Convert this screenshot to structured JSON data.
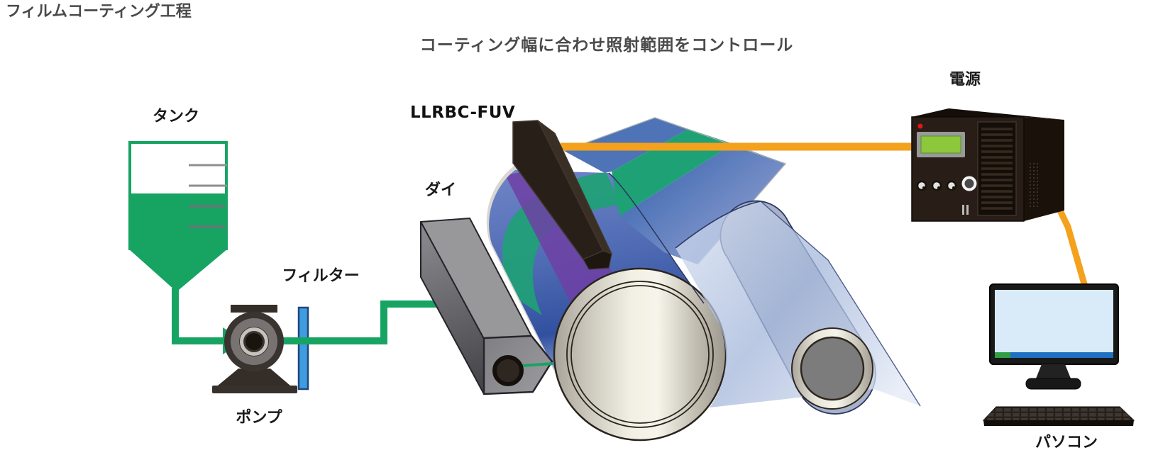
{
  "page": {
    "title": "フィルムコーティング工程",
    "subtitle": "コーティング幅に合わせ照射範囲をコントロール"
  },
  "labels": {
    "tank": "タンク",
    "filter": "フィルター",
    "pump": "ポンプ",
    "die": "ダイ",
    "uv_lamp": "LLRBC-FUV",
    "power": "電源",
    "pc": "パソコン"
  },
  "colors": {
    "process_green": "#17a463",
    "coating_green": "#1fa176",
    "film_blue": "#5578ba",
    "film_blue_dark": "#31509f",
    "uv_purple": "#6e3fa4",
    "clear_film_blue": "#a3b6da",
    "cable_orange": "#f4a11d",
    "lamp_black": "#281f18",
    "filter_blue": "#3e9ddf",
    "lcd_green": "#8cc73c",
    "led_red": "#e31616",
    "roller_silver": "#f2f0e4",
    "taskbar_blue": "#1f70c2",
    "taskbar_green": "#2f9e45",
    "text_dark": "#1a1a1a",
    "heading_gray": "#4a4a4a"
  }
}
